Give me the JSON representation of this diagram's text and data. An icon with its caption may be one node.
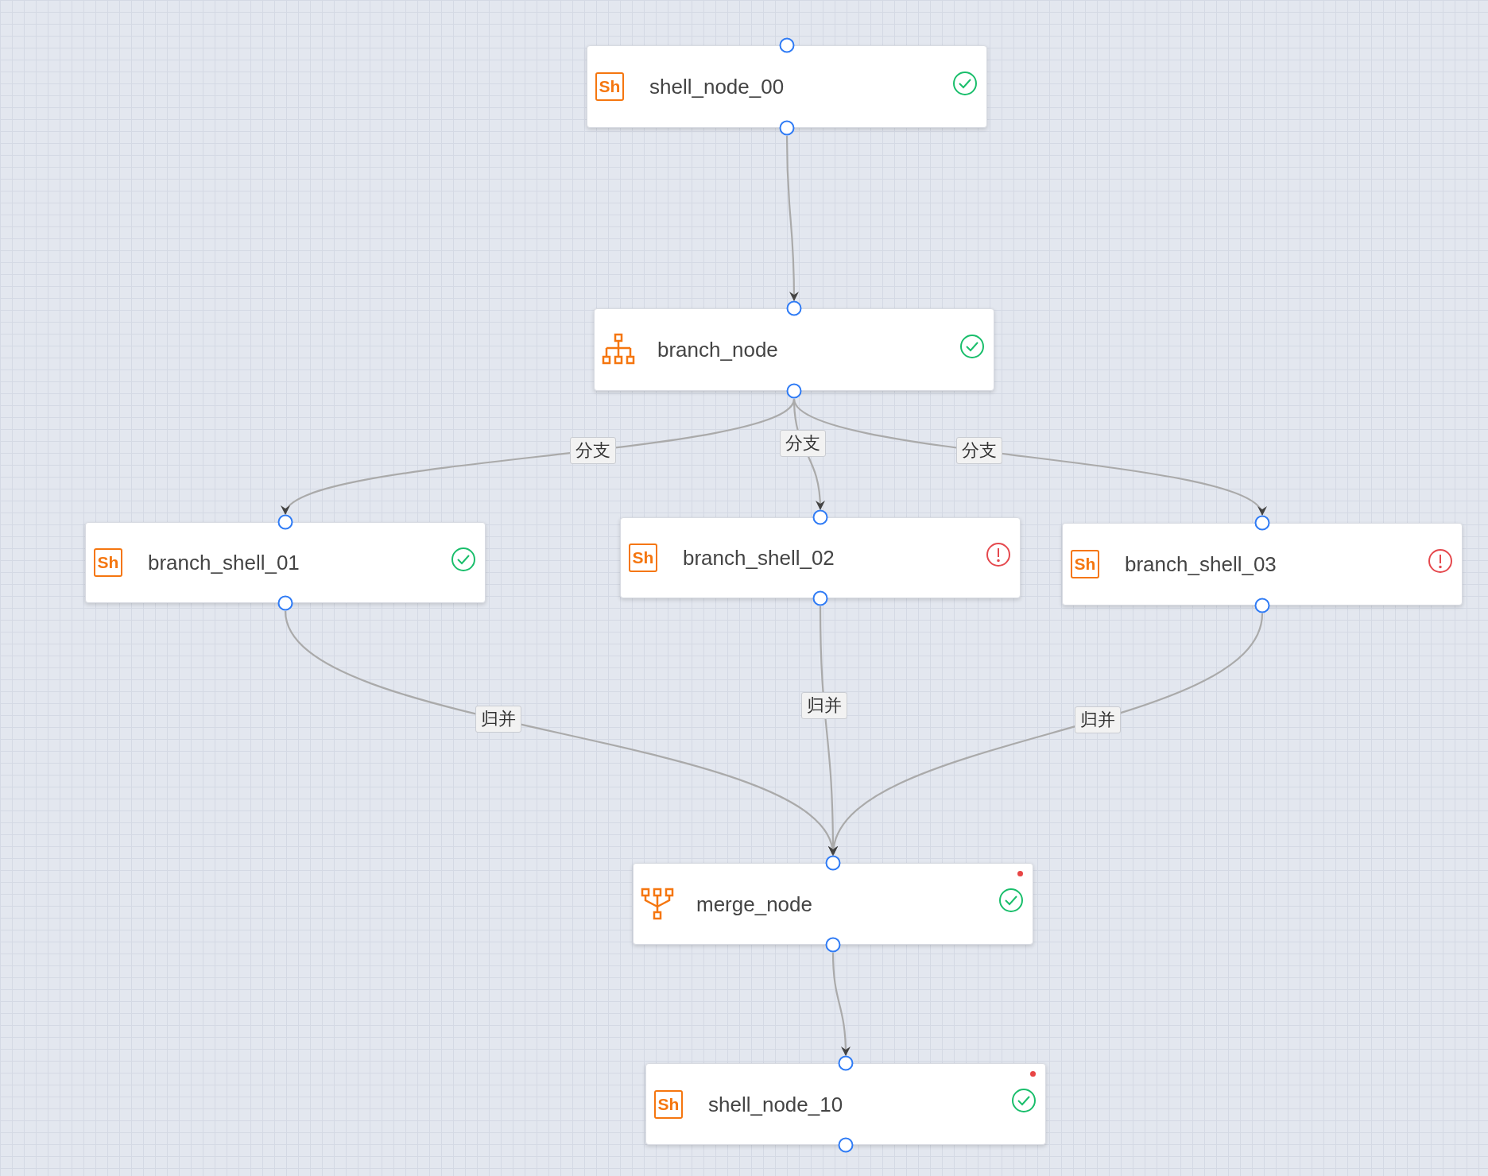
{
  "diagram": {
    "nodes": [
      {
        "text": [
          "Sh",
          "shell_node_00"
        ]
      },
      {
        "text": [
          "branch_node"
        ]
      },
      {
        "text": [
          "Sh",
          "branch_shell_01"
        ]
      },
      {
        "text": [
          "Sh",
          "branch_shell_02"
        ]
      },
      {
        "text": [
          "Sh",
          "branch_shell_03"
        ]
      },
      {
        "text": [
          "merge_node"
        ]
      },
      {
        "text": [
          "Sh",
          "shell_node_10"
        ]
      }
    ],
    "edges": [
      {
        "from": 0,
        "to": 1,
        "arrow": "to"
      },
      {
        "from": 1,
        "to": 2,
        "arrow": "to",
        "label": "分支"
      },
      {
        "from": 1,
        "to": 3,
        "arrow": "to",
        "label": "分支"
      },
      {
        "from": 1,
        "to": 4,
        "arrow": "to",
        "label": "分支"
      },
      {
        "from": 2,
        "to": 5,
        "arrow": "to",
        "label": "归并"
      },
      {
        "from": 3,
        "to": 5,
        "arrow": "to",
        "label": "归并"
      },
      {
        "from": 4,
        "to": 5,
        "arrow": "to",
        "label": "归并"
      },
      {
        "from": 5,
        "to": 6,
        "arrow": "to"
      }
    ]
  }
}
